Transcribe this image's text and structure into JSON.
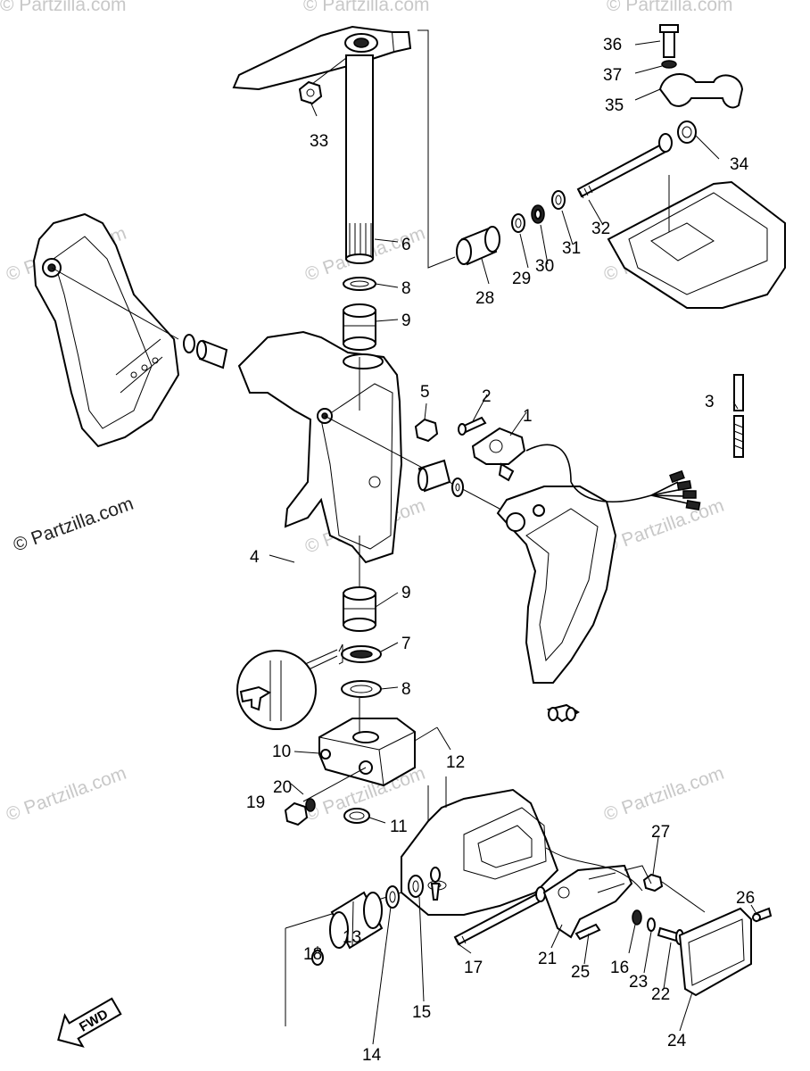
{
  "watermark": "© Partzilla.com",
  "fwd_label": "FWD",
  "callouts": [
    {
      "id": "c1",
      "text": "1"
    },
    {
      "id": "c2",
      "text": "2"
    },
    {
      "id": "c3",
      "text": "3"
    },
    {
      "id": "c4",
      "text": "4"
    },
    {
      "id": "c5",
      "text": "5"
    },
    {
      "id": "c6",
      "text": "6"
    },
    {
      "id": "c7",
      "text": "7"
    },
    {
      "id": "c8a",
      "text": "8"
    },
    {
      "id": "c8b",
      "text": "8"
    },
    {
      "id": "c9a",
      "text": "9"
    },
    {
      "id": "c9b",
      "text": "9"
    },
    {
      "id": "c10",
      "text": "10"
    },
    {
      "id": "c11",
      "text": "11"
    },
    {
      "id": "c12",
      "text": "12"
    },
    {
      "id": "c13",
      "text": "13"
    },
    {
      "id": "c14",
      "text": "14"
    },
    {
      "id": "c15",
      "text": "15"
    },
    {
      "id": "c16",
      "text": "16"
    },
    {
      "id": "c17",
      "text": "17"
    },
    {
      "id": "c18",
      "text": "18"
    },
    {
      "id": "c19",
      "text": "19"
    },
    {
      "id": "c20",
      "text": "20"
    },
    {
      "id": "c21",
      "text": "21"
    },
    {
      "id": "c22",
      "text": "22"
    },
    {
      "id": "c23",
      "text": "23"
    },
    {
      "id": "c24",
      "text": "24"
    },
    {
      "id": "c25",
      "text": "25"
    },
    {
      "id": "c26",
      "text": "26"
    },
    {
      "id": "c27",
      "text": "27"
    },
    {
      "id": "c28",
      "text": "28"
    },
    {
      "id": "c29",
      "text": "29"
    },
    {
      "id": "c30",
      "text": "30"
    },
    {
      "id": "c31",
      "text": "31"
    },
    {
      "id": "c32",
      "text": "32"
    },
    {
      "id": "c33",
      "text": "33"
    },
    {
      "id": "c34",
      "text": "34"
    },
    {
      "id": "c35",
      "text": "35"
    },
    {
      "id": "c36",
      "text": "36"
    },
    {
      "id": "c37",
      "text": "37"
    }
  ]
}
